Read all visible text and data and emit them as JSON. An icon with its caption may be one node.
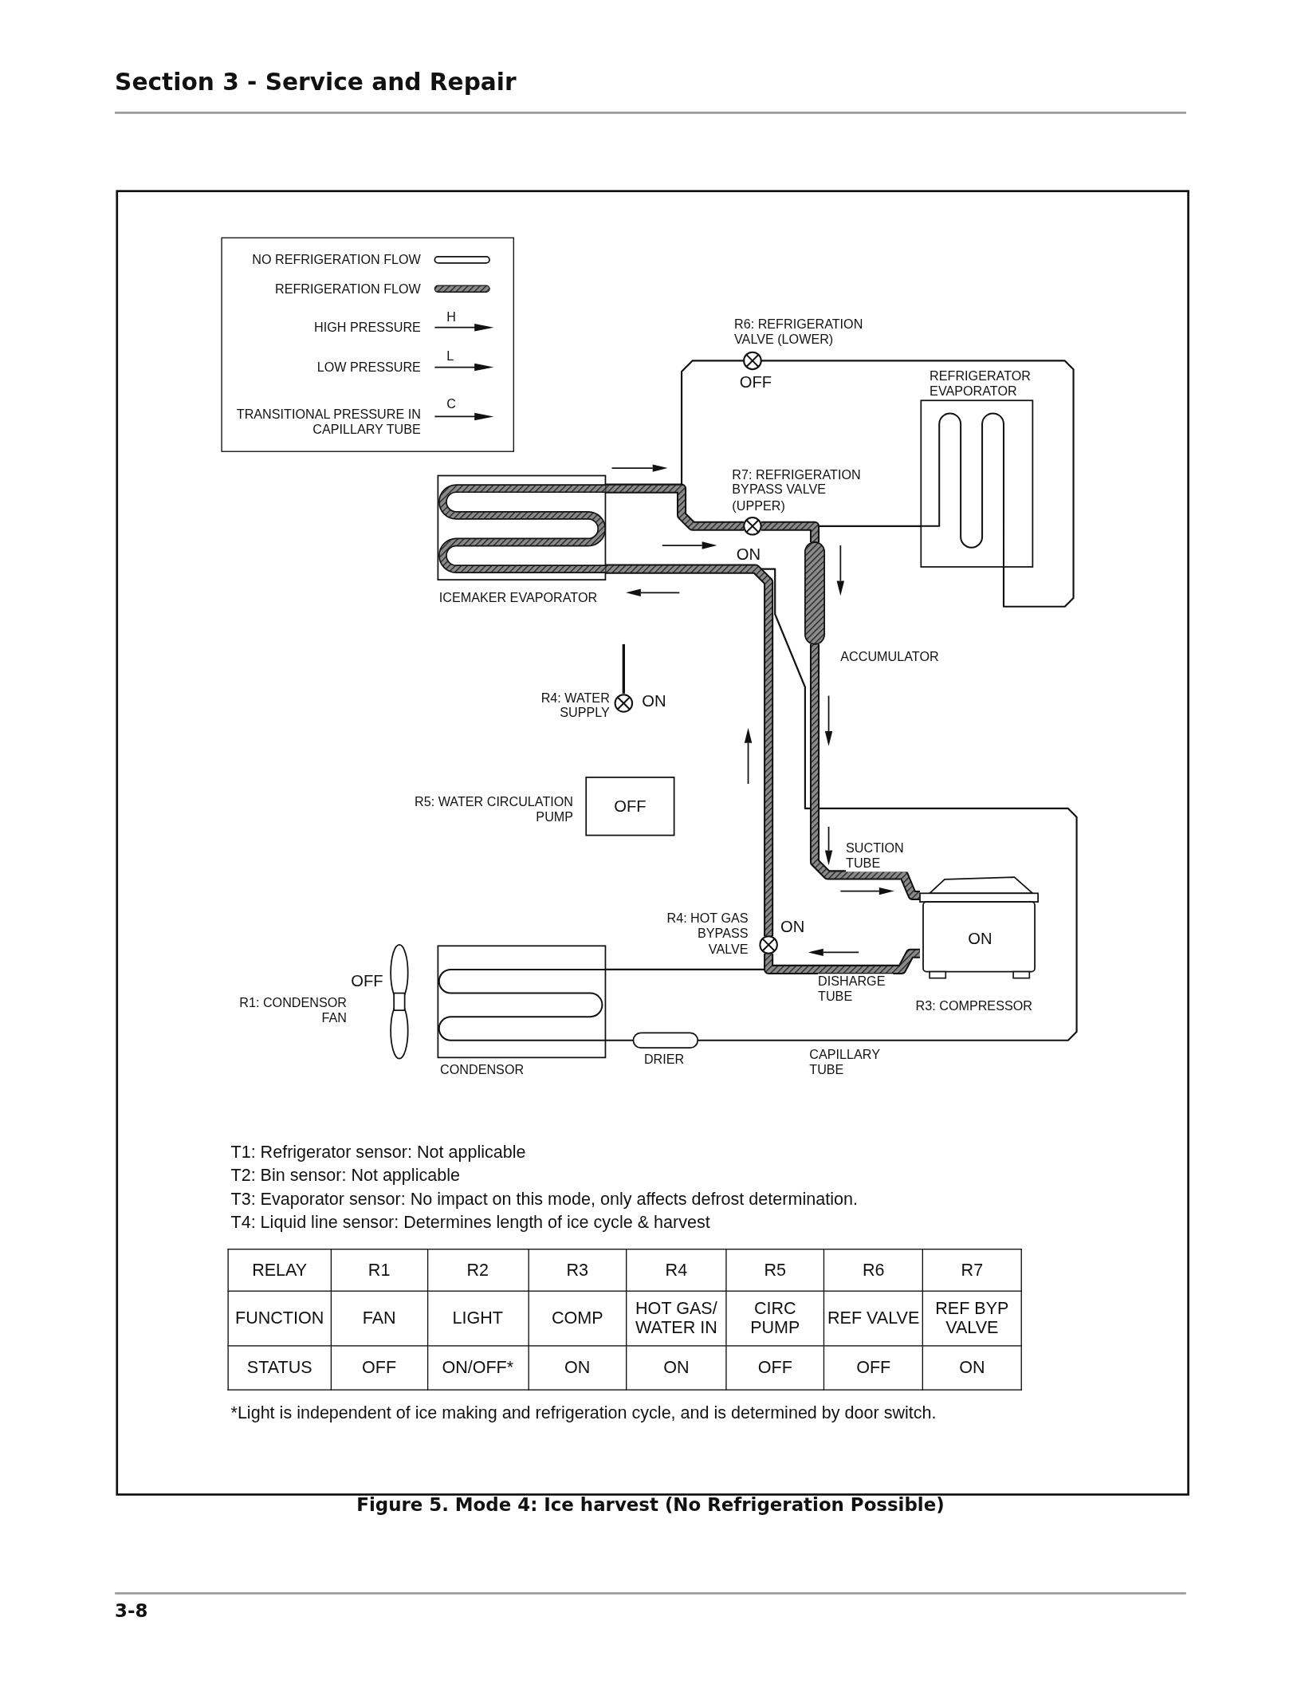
{
  "diagram": {
    "title": "Section 3 - Service and Repair",
    "caption": "Figure 5. Mode 4: Ice harvest (No Refrigeration Possible)",
    "nodes": [
      {
        "text": [],
        "shape": "circle",
        "beside": [
          "R6: REFRIGERATION VALVE (LOWER)",
          "OFF"
        ]
      },
      {
        "text": [
          "REFRIGERATOR EVAPORATOR"
        ]
      },
      {
        "text": [
          "ICEMAKER EVAPORATOR"
        ]
      },
      {
        "text": [],
        "shape": "circle",
        "beside": [
          "R7: REFRIGERATION BYPASS VALVE (UPPER)",
          "ON"
        ]
      },
      {
        "text": [],
        "shape": "cylinder",
        "beside": [
          "ACCUMULATOR"
        ]
      },
      {
        "text": [],
        "shape": "circle",
        "beside": [
          "R4: WATER SUPPLY",
          "ON"
        ]
      },
      {
        "text": [
          "OFF"
        ],
        "beside": [
          "R5: WATER CIRCULATION PUMP"
        ]
      },
      {
        "text": [],
        "shape": "circle",
        "beside": [
          "R4: HOT GAS BYPASS VALVE",
          "ON"
        ]
      },
      {
        "text": [
          "ON"
        ],
        "beside": [
          "R3: COMPRESSOR"
        ]
      },
      {
        "text": [],
        "shape": "fan",
        "beside": [
          "OFF",
          "R1: CONDENSOR FAN"
        ]
      },
      {
        "text": [
          "CONDENSOR"
        ]
      },
      {
        "text": [],
        "shape": "cylinder",
        "beside": [
          "DRIER"
        ]
      }
    ],
    "edges": [
      {
        "from": 2,
        "to": 0,
        "arrow": "none"
      },
      {
        "from": 2,
        "to": 3,
        "arrow": "none",
        "style": "thick"
      },
      {
        "from": 0,
        "to": 1,
        "arrow": "none"
      },
      {
        "from": 1,
        "to": 4,
        "arrow": "none"
      },
      {
        "from": 3,
        "to": 4,
        "arrow": "none",
        "style": "thick"
      },
      {
        "from": 4,
        "to": 8,
        "arrow": "none",
        "style": "thick",
        "label": "SUCTION TUBE"
      },
      {
        "from": 8,
        "to": 7,
        "arrow": "none",
        "style": "thick",
        "label": "DISHARGE TUBE"
      },
      {
        "from": 7,
        "to": 2,
        "arrow": "none",
        "style": "thick"
      },
      {
        "from": 8,
        "to": 10,
        "arrow": "none"
      },
      {
        "from": 10,
        "to": 11,
        "arrow": "none"
      },
      {
        "from": 11,
        "to": 2,
        "arrow": "none",
        "label": "CAPILLARY TUBE"
      }
    ],
    "labels": [
      "H",
      "L",
      "C",
      "T1: Refrigerator sensor: Not applicable",
      "T2: Bin sensor: Not applicable",
      "T3: Evaporator sensor: No impact on this mode, only affects defrost determination.",
      "T4: Liquid line sensor: Determines length of ice cycle & harvest",
      "RELAY",
      "R1",
      "R2",
      "R3",
      "R4",
      "R5",
      "R6",
      "R7",
      "FUNCTION",
      "FAN",
      "LIGHT",
      "COMP",
      "HOT GAS/ WATER IN",
      "CIRC PUMP",
      "REF VALVE",
      "REF BYP VALVE",
      "STATUS",
      "OFF",
      "ON/OFF*",
      "ON",
      "ON",
      "OFF",
      "OFF",
      "ON",
      "*Light is independent of ice making and refrigeration cycle, and is determined by door switch.",
      "3-8"
    ],
    "legend": [
      {
        "text": "NO REFRIGERATION FLOW"
      },
      {
        "text": "REFRIGERATION FLOW"
      },
      {
        "text": "HIGH PRESSURE"
      },
      {
        "text": "LOW PRESSURE"
      },
      {
        "text": "TRANSITIONAL PRESSURE IN CAPILLARY TUBE"
      }
    ]
  }
}
